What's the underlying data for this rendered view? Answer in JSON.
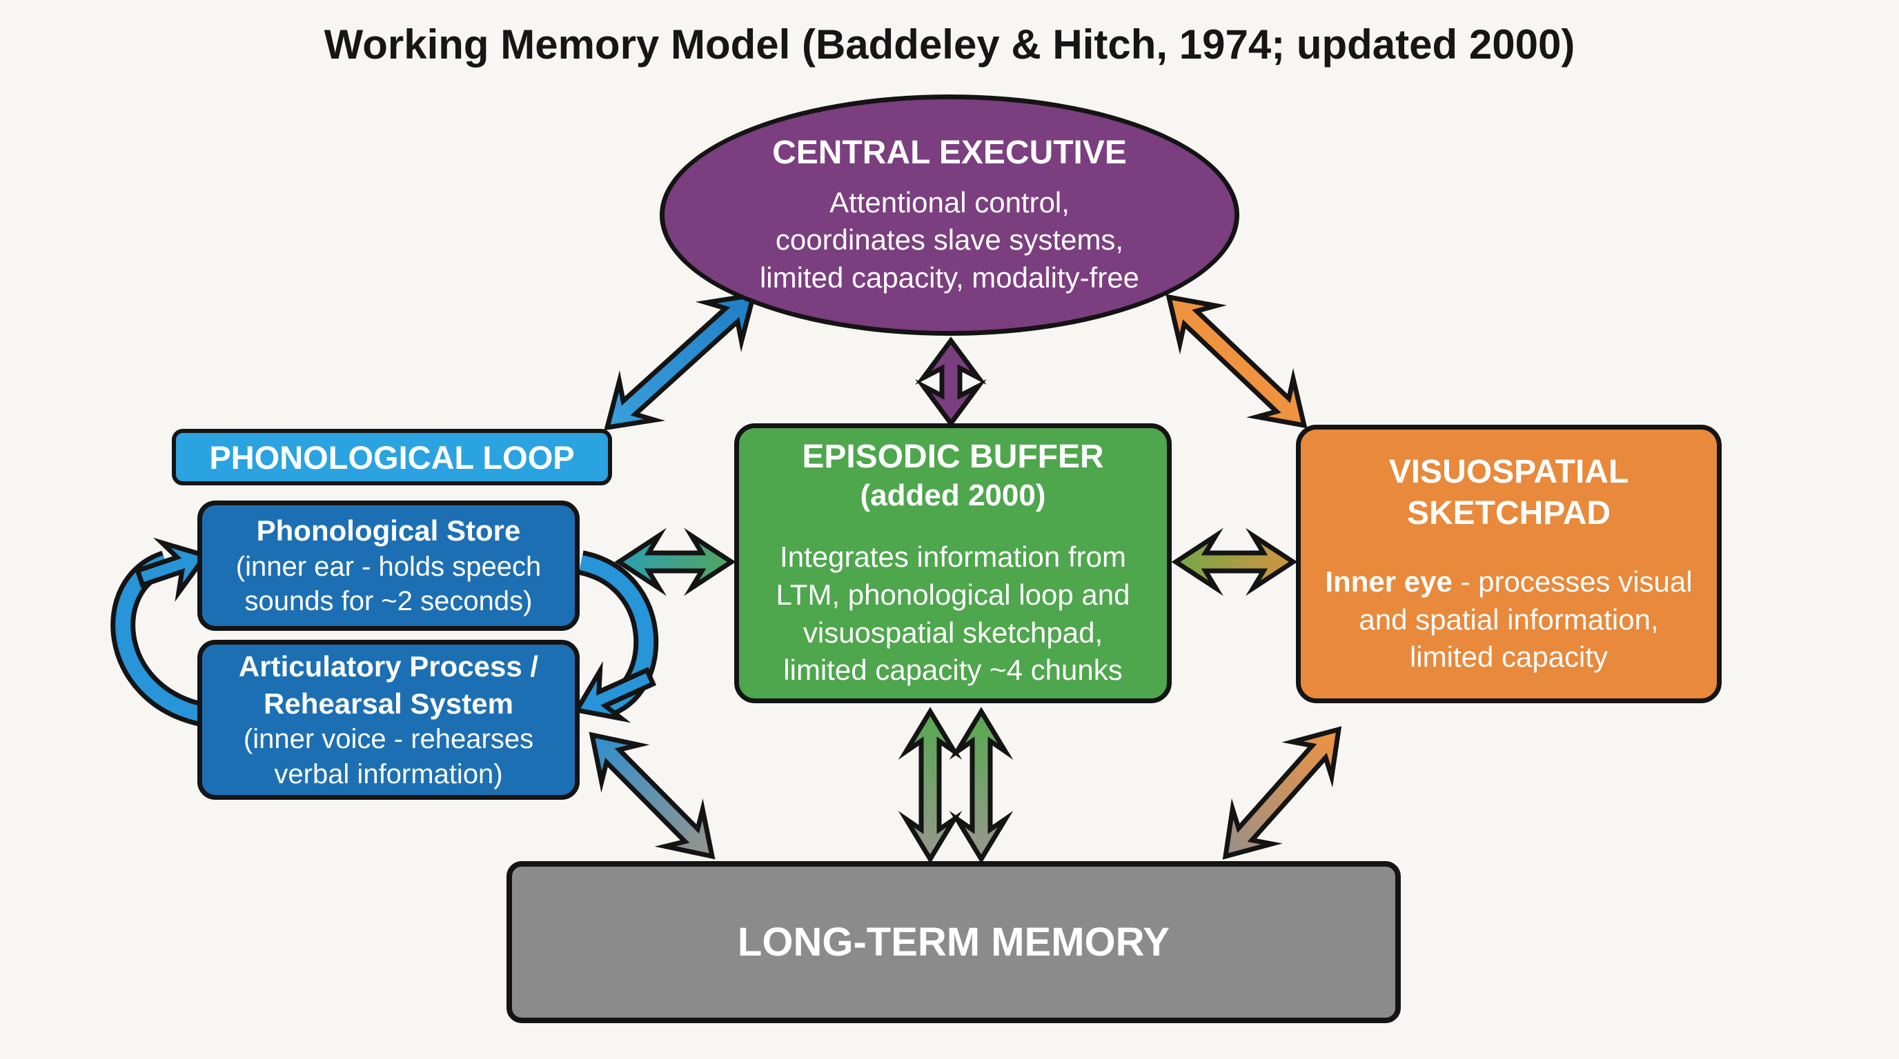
{
  "title": "Working Memory Model (Baddeley & Hitch, 1974; updated 2000)",
  "colors": {
    "background": "#f7f6f3",
    "text_dark": "#161616",
    "purple": "#7b3e7f",
    "blue_light": "#2aa3e0",
    "blue_dark": "#1d6fb3",
    "green": "#4ea64d",
    "orange": "#e8893b",
    "gray": "#8b8b8b",
    "arrow_blue": "#2b8fd3",
    "arrow_teal": "#2aa0b4",
    "arrow_olive": "#74a748",
    "arrow_gray": "#99978e"
  },
  "nodes": {
    "central_executive": {
      "title": "CENTRAL EXECUTIVE",
      "lines": [
        "Attentional control,",
        "coordinates slave systems,",
        "limited capacity, modality-free"
      ]
    },
    "phonological_loop_label": "PHONOLOGICAL LOOP",
    "phonological_store": {
      "title": "Phonological Store",
      "lines": [
        "(inner ear - holds speech",
        "sounds for ~2 seconds)"
      ]
    },
    "articulatory_process": {
      "title_lines": [
        "Articulatory Process /",
        "Rehearsal System"
      ],
      "lines": [
        "(inner voice - rehearses",
        "verbal information)"
      ]
    },
    "episodic_buffer": {
      "title": "EPISODIC BUFFER",
      "subtitle": "(added 2000)",
      "lines": [
        "Integrates information from",
        "LTM, phonological loop and",
        "visuospatial sketchpad,",
        "limited capacity ~4 chunks"
      ]
    },
    "visuospatial_sketchpad": {
      "title_lines": [
        "VISUOSPATIAL",
        "SKETCHPAD"
      ],
      "lead_bold": "Inner eye",
      "lead_rest": " - processes visual",
      "lines": [
        "and spatial information,",
        "limited capacity"
      ]
    },
    "long_term_memory": {
      "title": "LONG-TERM MEMORY"
    }
  }
}
